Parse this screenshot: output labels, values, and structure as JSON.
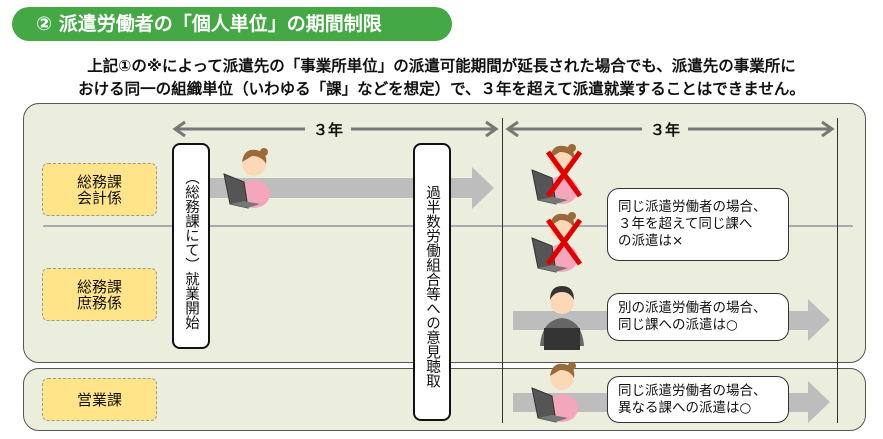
{
  "title": "② 派遣労働者の「個人単位」の期間制限",
  "description": [
    "上記①の※によって派遣先の「事業所単位」の派遣可能期間が延長された場合でも、派遣先の事業所に",
    "おける同一の組織単位（いわゆる「課」などを想定）で、３年を超えて派遣就業することはできません。"
  ],
  "period_labels": [
    "３年",
    "３年"
  ],
  "sections": [
    {
      "label": "総務課\n会計係"
    },
    {
      "label": "総務課\n庶務係"
    },
    {
      "label": "営業課"
    }
  ],
  "milestones": {
    "start": "（総務課にて）就業開始",
    "hearing": "過半数労働組合等への意見聴取"
  },
  "callouts": [
    "同じ派遣労働者の場合、\n３年を超えて同じ課へ\nの派遣は×",
    "別の派遣労働者の場合、\n同じ課への派遣は○",
    "同じ派遣労働者の場合、\n異なる課への派遣は○"
  ],
  "colors": {
    "accent": "#44a845",
    "label_bg": "#ffe48a",
    "panel_bg": "#ebeedd",
    "arrow": "#bdbdbd",
    "cross": "#e00000"
  }
}
